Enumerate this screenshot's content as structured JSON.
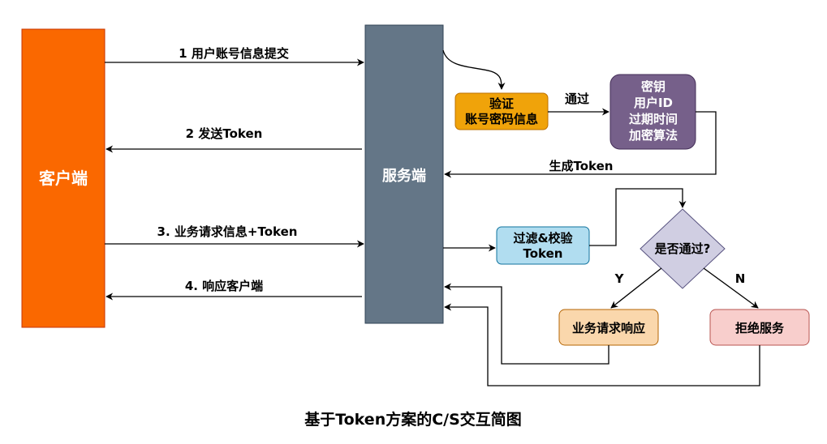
{
  "title": "基于Token方案的C/S交互简图",
  "client": {
    "label": "客户端"
  },
  "server": {
    "label": "服务端"
  },
  "edges": {
    "submit": "1 用户账号信息提交",
    "send_token": "2 发送Token",
    "request": "3. 业务请求信息+Token",
    "respond": "4. 响应客户端",
    "pass": "通过",
    "generate": "生成Token",
    "yes": "Y",
    "no": "N"
  },
  "verify": {
    "line1": "验证",
    "line2": "账号密码信息"
  },
  "token_info": {
    "line1": "密钥",
    "line2": "用户ID",
    "line3": "过期时间",
    "line4": "加密算法"
  },
  "filter": {
    "line1": "过滤&校验",
    "line2": "Token"
  },
  "decision": {
    "label": "是否通过?"
  },
  "business": {
    "label": "业务请求响应"
  },
  "reject": {
    "label": "拒绝服务"
  },
  "colors": {
    "client": "#FA6800",
    "server": "#647687",
    "verify": "#F0A30A",
    "token_info": "#76608A",
    "filter": "#B1DDF0",
    "decision": "#D0CEE2",
    "business": "#FAD7AC",
    "reject": "#F8CECC"
  }
}
